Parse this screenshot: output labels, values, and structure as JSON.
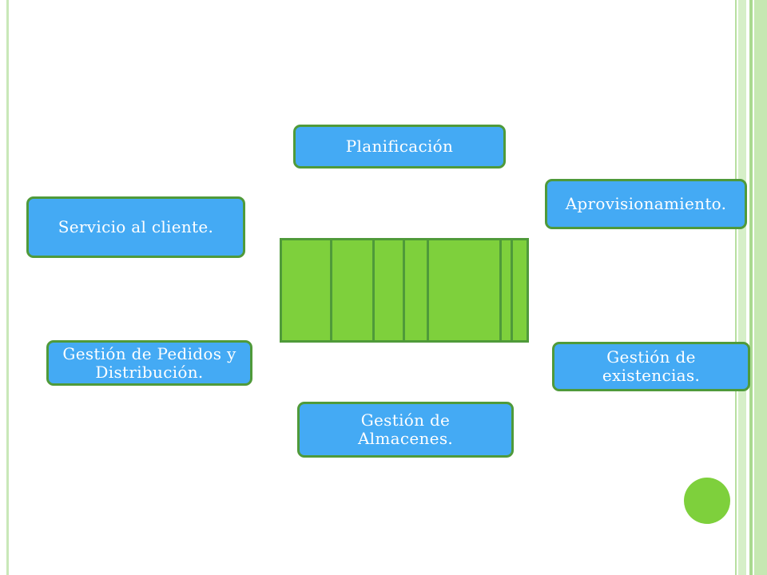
{
  "diagram": {
    "nodes": {
      "planificacion": "Planificación",
      "aprovisionamiento": "Aprovisionamiento.",
      "servicio": "Servicio al cliente.",
      "pedidos": "Gestión de Pedidos y\nDistribución.",
      "existencias": "Gestión de\nexistencias.",
      "almacenes": "Gestión de\nAlmacenes."
    }
  },
  "colors": {
    "node_fill": "#44aaf4",
    "node_border": "#4f9a3a",
    "center_fill": "#7ed03c",
    "arrow": "#ee4a94",
    "accent_green": "#7ed03c"
  }
}
